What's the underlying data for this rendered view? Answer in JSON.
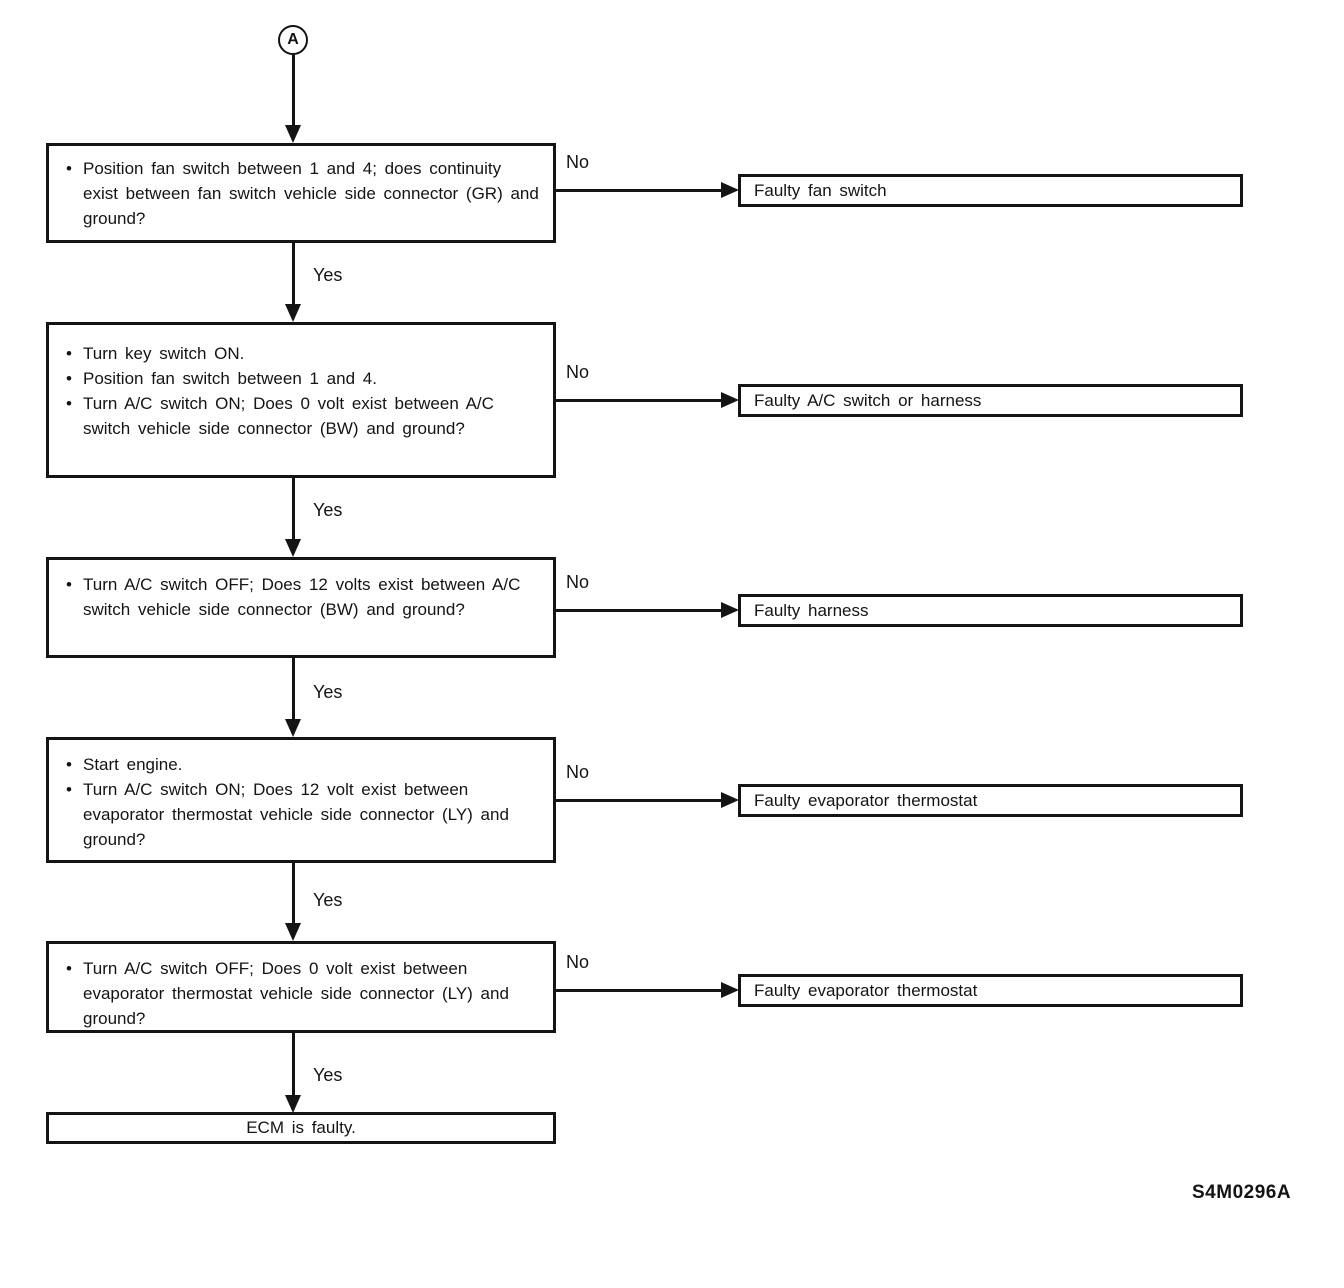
{
  "diagram": {
    "connector_label": "A",
    "yes_label": "Yes",
    "no_label": "No",
    "final_text": "ECM is faulty.",
    "figure_code": "S4M0296A",
    "steps": [
      {
        "bullets": [
          "Position fan switch between 1 and 4; does continuity exist between fan switch vehicle side connector (GR) and ground?"
        ],
        "result": "Faulty fan switch"
      },
      {
        "bullets": [
          "Turn key switch ON.",
          "Position fan switch between 1 and 4.",
          "Turn A/C switch ON; Does 0 volt exist between A/C switch vehicle side connector (BW) and ground?"
        ],
        "result": "Faulty A/C switch or harness"
      },
      {
        "bullets": [
          "Turn A/C switch OFF; Does 12 volts exist between A/C switch vehicle side connector (BW) and ground?"
        ],
        "result": "Faulty harness"
      },
      {
        "bullets": [
          "Start engine.",
          "Turn A/C switch ON; Does 12 volt exist between evaporator thermostat vehicle side connector (LY) and ground?"
        ],
        "result": "Faulty evaporator thermostat"
      },
      {
        "bullets": [
          "Turn A/C switch OFF; Does 0 volt exist between evaporator thermostat vehicle side connector (LY) and ground?"
        ],
        "result": "Faulty evaporator thermostat"
      }
    ]
  }
}
